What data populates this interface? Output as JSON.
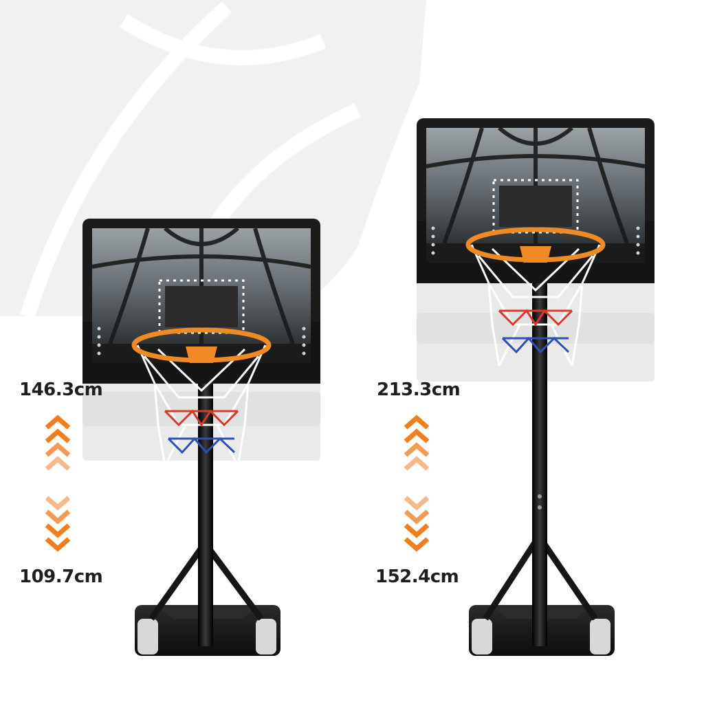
{
  "left_hoop": {
    "max_height": "146.3cm",
    "min_height": "109.7cm"
  },
  "right_hoop": {
    "max_height": "213.3cm",
    "min_height": "152.4cm"
  },
  "colors": {
    "accent": "#f07d1e",
    "accent_light": "#f7b98a",
    "text": "#1e1e1e",
    "backboard": "#1b1b1b",
    "rim": "#f08a24",
    "net_white": "#ffffff",
    "net_red": "#d8392b",
    "net_blue": "#2f4fb8",
    "pole": "#151515"
  },
  "icons": {
    "up_arrow": "chevron-up-icon",
    "down_arrow": "chevron-down-icon"
  }
}
